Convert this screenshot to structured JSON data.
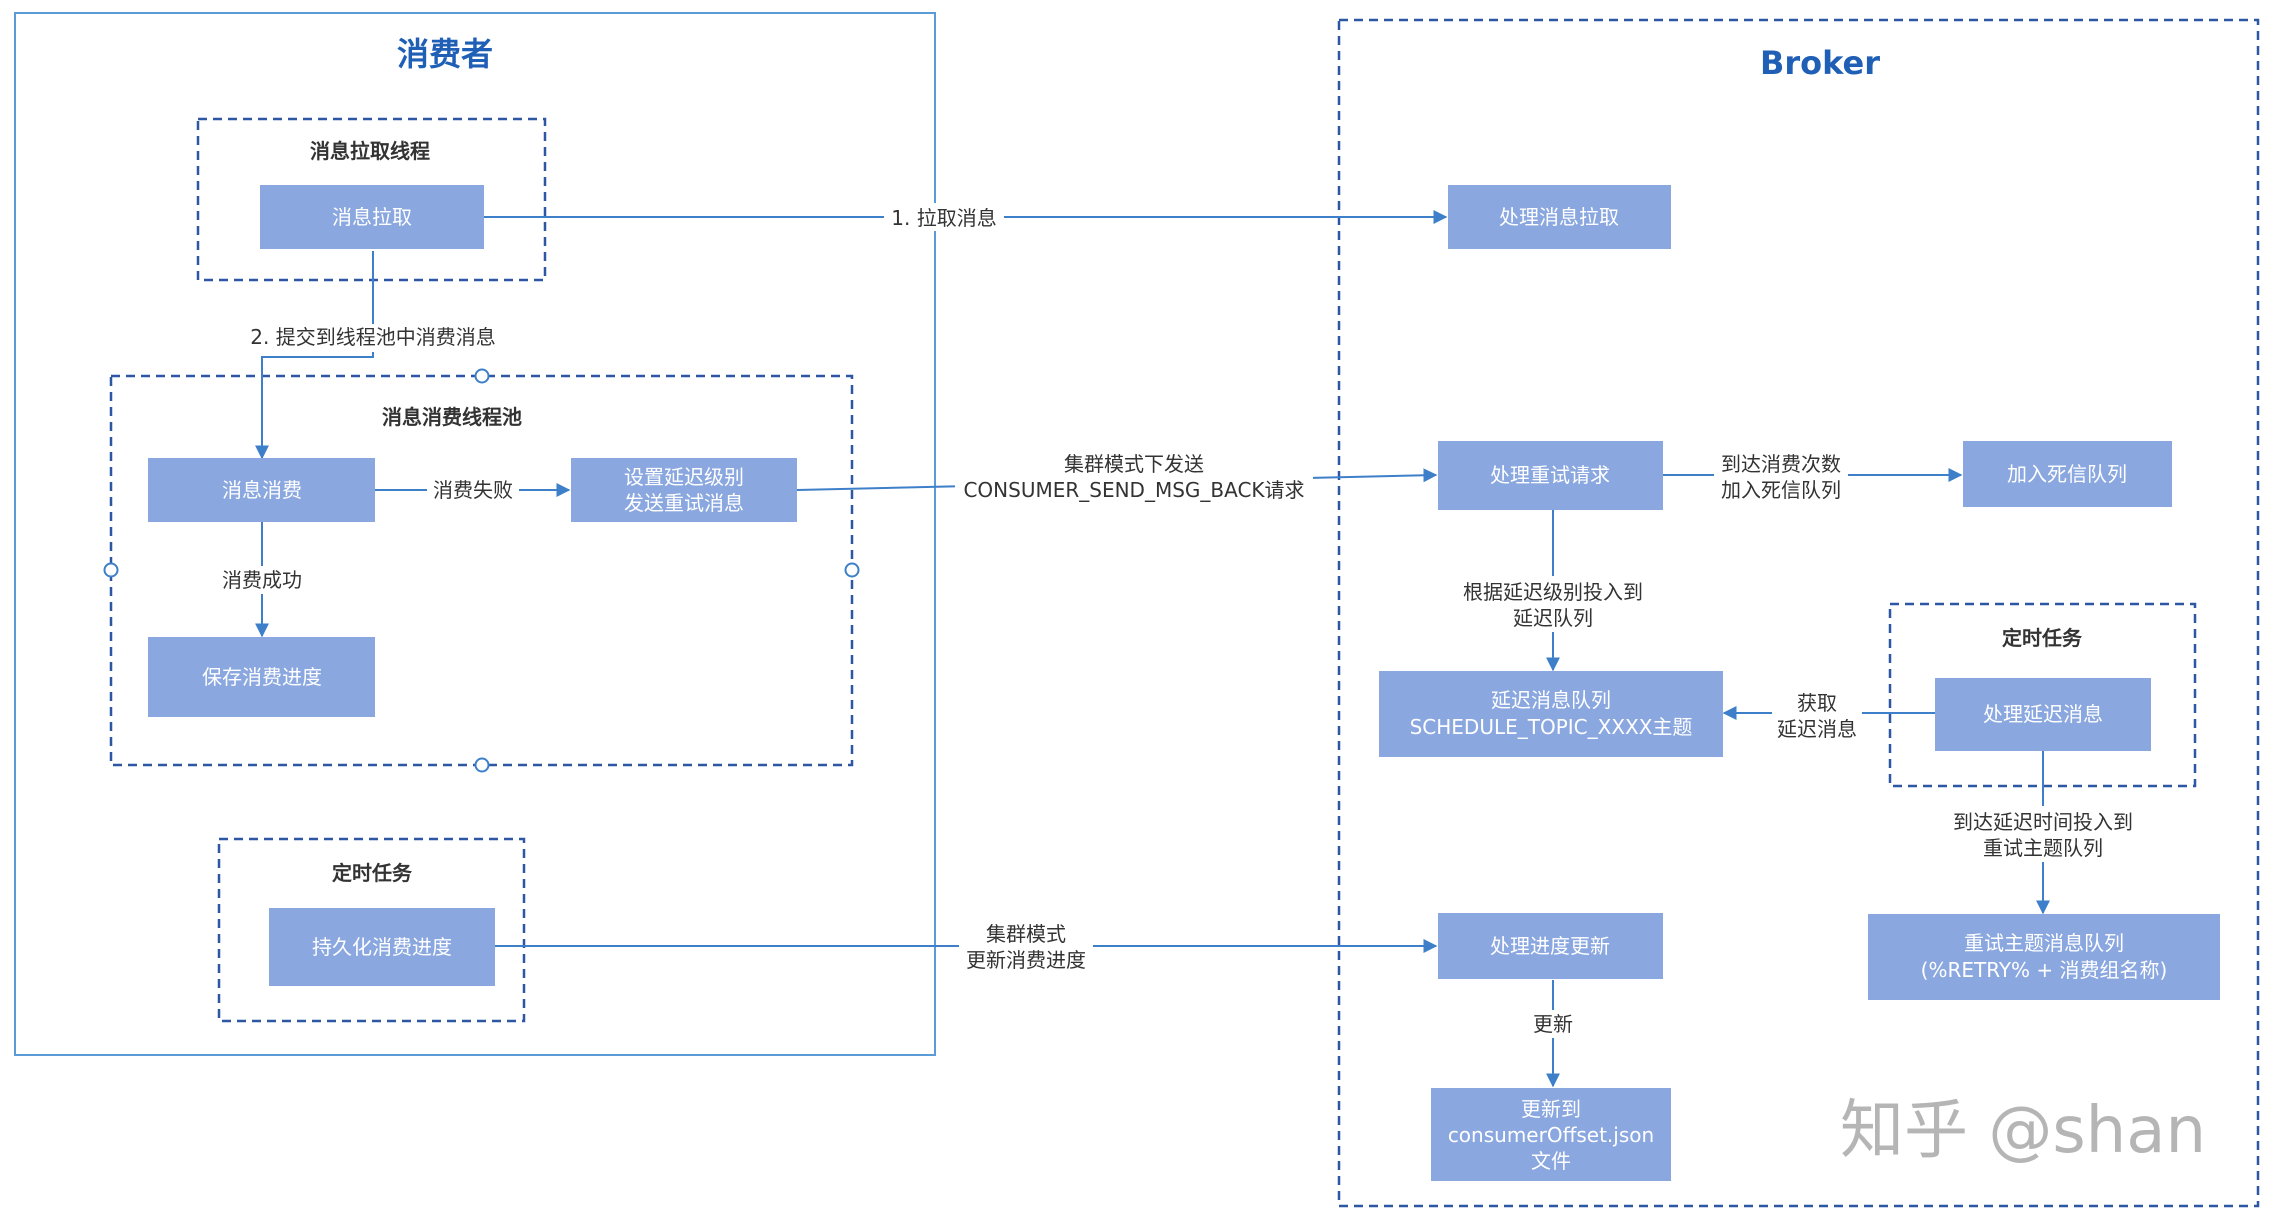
{
  "consumer_title": "消费者",
  "broker_title": "Broker",
  "groups": {
    "pull_thread": "消息拉取线程",
    "consume_pool": "消息消费线程池",
    "consumer_timer": "定时任务",
    "broker_timer": "定时任务"
  },
  "nodes": {
    "pull": "消息拉取",
    "consume": "消息消费",
    "set_delay": [
      "设置延迟级别",
      "发送重试消息"
    ],
    "save_progress": "保存消费进度",
    "persist_progress": "持久化消费进度",
    "broker_pull": "处理消息拉取",
    "retry_request": "处理重试请求",
    "dead_queue": "加入死信队列",
    "delay_queue": [
      "延迟消息队列",
      "SCHEDULE_TOPIC_XXXX主题"
    ],
    "handle_delay": "处理延迟消息",
    "retry_topic": [
      "重试主题消息队列",
      "(%RETRY% + 消费组名称)"
    ],
    "progress_update": "处理进度更新",
    "offset_file": [
      "更新到",
      "consumerOffset.json",
      "文件"
    ]
  },
  "edges": {
    "pull_request": "1. 拉取消息",
    "submit_pool": "2. 提交到线程池中消费消息",
    "consume_fail": "消费失败",
    "consume_success": "消费成功",
    "send_back": [
      "集群模式下发送",
      "CONSUMER_SEND_MSG_BACK请求"
    ],
    "reach_count": [
      "到达消费次数",
      "加入死信队列"
    ],
    "by_delay_level": [
      "根据延迟级别投入到",
      "延迟队列"
    ],
    "fetch_delay": [
      "获取",
      "延迟消息"
    ],
    "reach_time": [
      "到达延迟时间投入到",
      "重试主题队列"
    ],
    "cluster_update": [
      "集群模式",
      "更新消费进度"
    ],
    "update": "更新"
  },
  "watermark": "知乎 @shan",
  "colors": {
    "box_fill": "#8aa7df",
    "line": "#3e7fc9",
    "dashed_border": "#2d57a3",
    "consumer_border": "#5a9bd8",
    "title_text": "#1f5fb5"
  }
}
